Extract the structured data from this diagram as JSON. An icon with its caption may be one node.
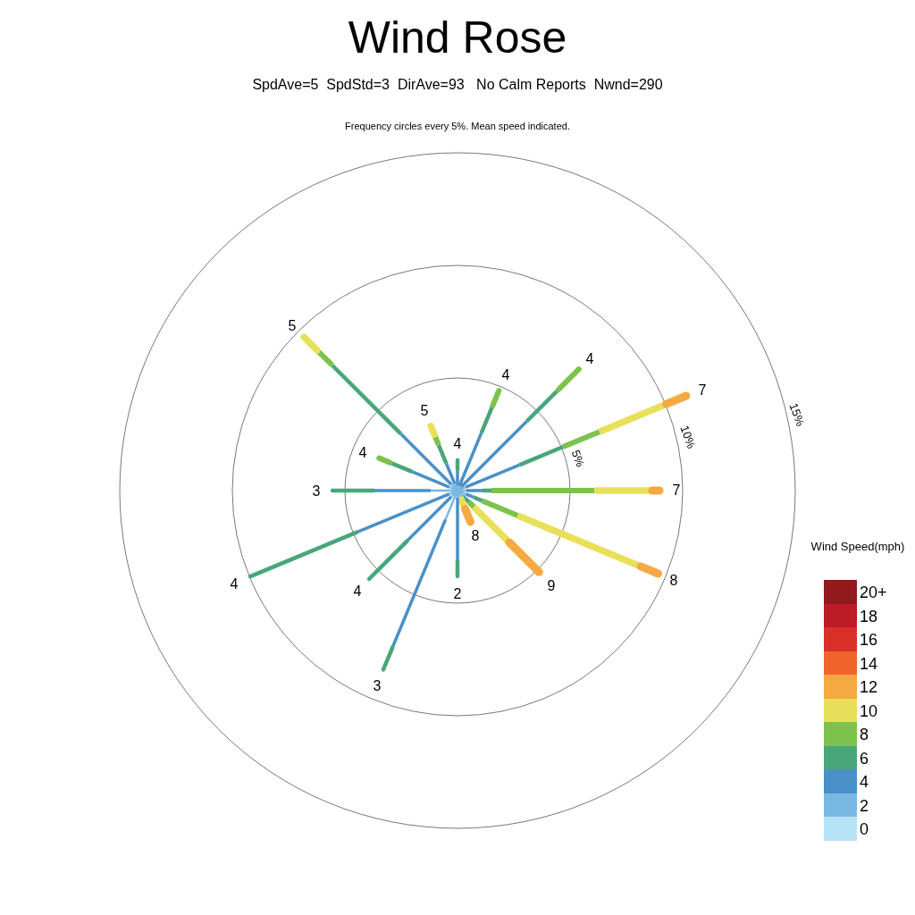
{
  "diagram": {
    "title": "Wind Rose",
    "labels": [
      "SpdAve=5  SpdStd=3  DirAve=93   No Calm Reports  Nwnd=290",
      "Frequency circles every 5%. Mean speed indicated.",
      "5",
      "4",
      "7",
      "15%",
      "4",
      "5",
      "10%",
      "4",
      "4",
      "5%",
      "3",
      "7",
      "Wind Speed(mph)",
      "8",
      "4",
      "4",
      "2",
      "9",
      "8",
      "3"
    ],
    "legend": [
      {
        "text": "20+",
        "color": "#921a1c"
      },
      {
        "text": "18",
        "color": "#bb1c26"
      },
      {
        "text": "16",
        "color": "#d9302a"
      },
      {
        "text": "14",
        "color": "#f0632b"
      },
      {
        "text": "12",
        "color": "#f6a943"
      },
      {
        "text": "10",
        "color": "#e8e05a"
      },
      {
        "text": "8",
        "color": "#7cc24c"
      },
      {
        "text": "6",
        "color": "#48a67a"
      },
      {
        "text": "4",
        "color": "#4a90c8"
      },
      {
        "text": "2",
        "color": "#7ab8e4"
      },
      {
        "text": "0",
        "color": "#b7e3f7"
      }
    ]
  }
}
